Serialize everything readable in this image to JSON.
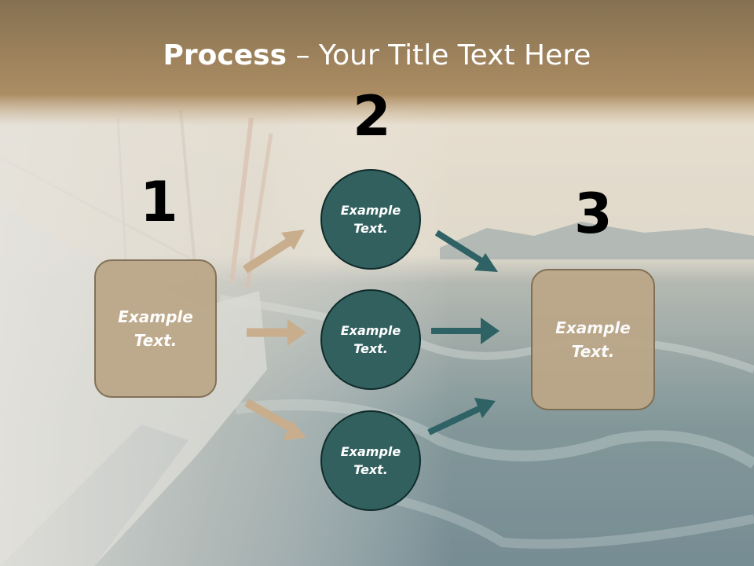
{
  "slide": {
    "title_bold": "Process",
    "title_rest": " – Your Title Text Here"
  },
  "steps": [
    {
      "number": "1",
      "box": {
        "line1": "Example",
        "line2": "Text."
      }
    },
    {
      "number": "2",
      "circles": [
        {
          "line1": "Example",
          "line2": "Text."
        },
        {
          "line1": "Example",
          "line2": "Text."
        },
        {
          "line1": "Example",
          "line2": "Text."
        }
      ]
    },
    {
      "number": "3",
      "box": {
        "line1": "Example",
        "line2": "Text."
      }
    }
  ],
  "colors": {
    "title_bar": "#a88a62",
    "box_fill": "#bca788",
    "circle_fill": "#31605f",
    "arrow_tan": "#c8ae8c",
    "arrow_teal": "#2e6264"
  }
}
